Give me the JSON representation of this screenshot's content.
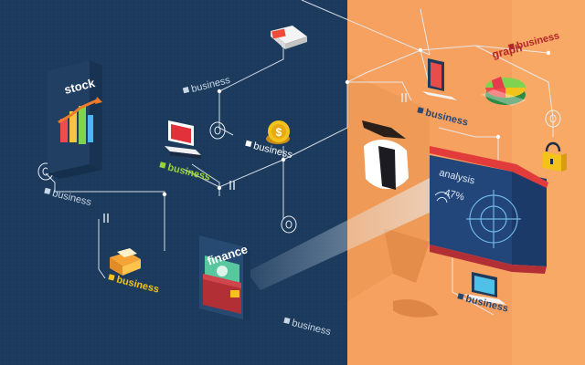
{
  "labels": {
    "stock": "stock",
    "finance": "finance",
    "graph": "graph",
    "analysis": "analysis",
    "analysis_percent": "47%",
    "business": "business"
  },
  "colors": {
    "navy_bg": "#1c3a5c",
    "orange_bg": "#f6a160",
    "line": "#e9eef5",
    "accent_green": "#9bd33a",
    "accent_yellow": "#f3c21b",
    "accent_red": "#b3272b"
  },
  "icons": [
    "stock-bar-chart-icon",
    "usb-drive-icon",
    "monitor-icon",
    "dollar-coin-icon",
    "folder-icon",
    "wallet-icon",
    "smartphone-icon",
    "pie-chart-icon",
    "padlock-icon",
    "laptop-icon",
    "target-icon",
    "fingerprint-icon",
    "eye-icon"
  ]
}
